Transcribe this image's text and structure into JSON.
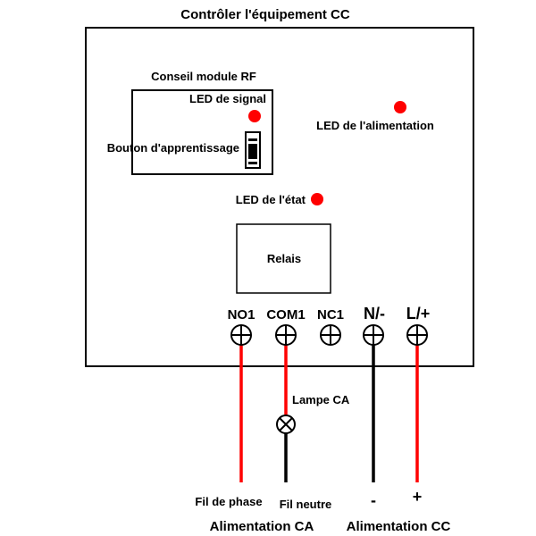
{
  "title": "Contrôler l'équipement CC",
  "rf_module": {
    "label": "Conseil module RF",
    "signal_led": "LED de signal",
    "learn_button": "Bouton d'apprentissage"
  },
  "power_led": "LED de l'alimentation",
  "state_led": "LED de l'état",
  "relay": "Relais",
  "terminals": [
    "NO1",
    "COM1",
    "NC1",
    "N/-",
    "L/+"
  ],
  "lamp": "Lampe CA",
  "bottom": {
    "phase_wire": "Fil de phase",
    "neutral_wire": "Fil neutre",
    "minus": "-",
    "plus": "+",
    "ac_supply": "Alimentation CA",
    "dc_supply": "Alimentation CC"
  },
  "colors": {
    "led": "#ff0000",
    "wire_live": "#ff0000",
    "wire_neutral": "#000000"
  }
}
